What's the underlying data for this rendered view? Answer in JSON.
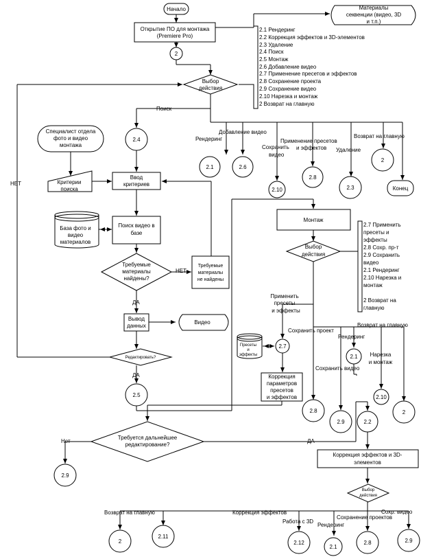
{
  "start": "Начало",
  "open_app": [
    "Открытие ПО для монтажа",
    "(Premiere Pro)"
  ],
  "media_sequence": [
    "Материалы",
    "секвенции (видео, 3D",
    "и т.п.)"
  ],
  "menu_main": [
    "2.1 Рендеринг",
    "2.2 Коррекция эффектов и 3D-элементов",
    "2.3 Удаление",
    "2.4 Поиск",
    "2.5 Монтаж",
    "2.6 Добавление видео",
    "2.7 Применение пресетов и эффектов",
    "2.8 Сохранение проекта",
    "2.9 Сохранение видео",
    "2.10 Нарезка и монтаж",
    "   2 Возврат на главную"
  ],
  "conn_2": "2",
  "choose_action": [
    "Выбор",
    "действия"
  ],
  "search_label": "Поиск",
  "specialist": [
    "Специалист отдела",
    "фото и видео",
    "монтажа"
  ],
  "c24": "2.4",
  "criteria": [
    "Критерии",
    "поиска"
  ],
  "input_criteria": [
    "Ввод",
    "критериев"
  ],
  "db": [
    "База фото и",
    "видео",
    "материалов"
  ],
  "search_db": [
    "Поиск видео в",
    "базе"
  ],
  "found_q": [
    "Требуемые",
    "материалы",
    "найдены?"
  ],
  "no_label": "НЕТ",
  "not_found": [
    "Требуемые",
    "материалы",
    "не найдены"
  ],
  "yes_label": "ДА",
  "output": [
    "Вывод",
    "данных"
  ],
  "video": "Видео",
  "edit_q": "Редактировать?",
  "c25": "2.5",
  "net_left": "НЕТ",
  "branches_top": {
    "render": "Рендеринг",
    "add_video": "Добавление видео",
    "apply_presets": [
      "Применение пресетов",
      "и эффектов"
    ],
    "save_video": [
      "Сохранить",
      "видео"
    ],
    "delete": "Удаление",
    "return_main": "Возврат на главную"
  },
  "circles_top": {
    "c21": "2.1",
    "c26": "2.6",
    "c210": "2.10",
    "c28": "2.8",
    "c23": "2.3",
    "c2": "2"
  },
  "end": "Конец",
  "montage": "Монтаж",
  "menu_montage": [
    "2.7 Применить",
    "пресеты и",
    "эффекты",
    "2.8 Сохр. пр-т",
    "2.9 Сохранить",
    "видео",
    "2.1 Рендеринг",
    "2.10 Нарезка и",
    "монтаж",
    "",
    "  2  Возврат на",
    "главную"
  ],
  "montage_labels": {
    "apply": [
      "Применить",
      "пресеты",
      "и эффекты"
    ],
    "save_proj": "Сохранить проект",
    "return_main": "Возврат на главную",
    "render": "Рендеринг",
    "cut": [
      "Нарезка",
      "и монтаж"
    ],
    "save_video": "Сохранить видео"
  },
  "presets_db": [
    "Пресеты",
    "и",
    "эффекты"
  ],
  "c27": "2.7",
  "correction_presets": [
    "Коррекция",
    "параметров",
    "пресетов",
    "и эффектов"
  ],
  "montage_circles": {
    "c21": "2.1",
    "c210": "2.10",
    "c28": "2.8",
    "c29": "2.9",
    "c22": "2.2",
    "c2": "2"
  },
  "further_edit_q": [
    "Требуется дальнейшее",
    "редактирование?"
  ],
  "net_label": "Нет",
  "da_label": "ДА",
  "c29": "2.9",
  "correction_3d": [
    "Коррекция эффектов и 3D-",
    "элементов"
  ],
  "choose_action_small": [
    "Выбор",
    "действия"
  ],
  "bottom_labels": {
    "return_main": "Возврат на главную",
    "correction": "Коррекция эффектов",
    "work3d": "Работа с 3D",
    "render": "Рендеринг",
    "save_proj": "Сохранение проектов",
    "save_video": "Сохр. видео"
  },
  "bottom_circles": {
    "c2": "2",
    "c211": "2.11",
    "c212": "2.12",
    "c21": "2.1",
    "c28": "2.8",
    "c29": "2.9"
  }
}
